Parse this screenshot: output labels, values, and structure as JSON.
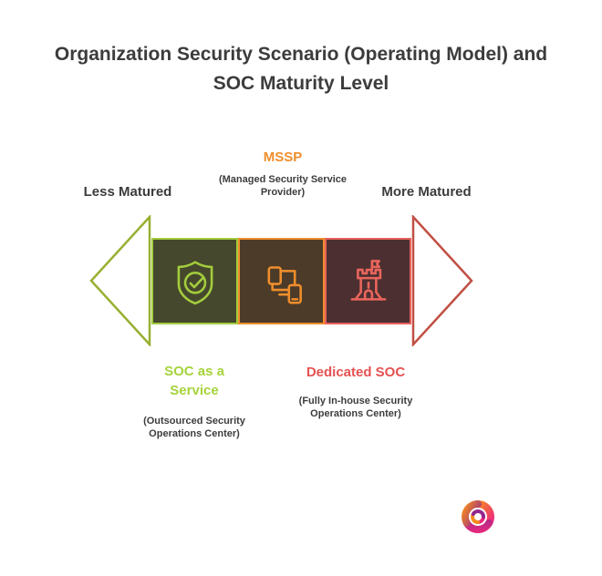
{
  "title": {
    "line1": "Organization Security Scenario (Operating Model) and",
    "line2": "SOC Maturity Level"
  },
  "maturity_axis": {
    "left_label": "Less Matured",
    "right_label": "More Matured"
  },
  "models": {
    "mssp": {
      "label": "MSSP",
      "description_line1": "(Managed Security Service",
      "description_line2": "Provider)",
      "accent_color": "#ef8e2d",
      "icon": "connected-devices-icon"
    },
    "soc_as_a_service": {
      "label_line1": "SOC as a",
      "label_line2": "Service",
      "description_line1": "(Outsourced Security",
      "description_line2": "Operations Center)",
      "accent_color": "#a6d33a",
      "icon": "shield-check-icon"
    },
    "dedicated_soc": {
      "label": "Dedicated SOC",
      "description_line1": "(Fully In-house Security",
      "description_line2": "Operations Center)",
      "accent_color": "#e65151",
      "icon": "castle-icon"
    }
  },
  "colors": {
    "title_text": "#3c3c3c",
    "body_text": "#3d3d3d",
    "green_accent": "#a3cc3d",
    "orange_accent": "#ef8e2d",
    "red_accent": "#e8625c",
    "green_square_fill": "#45482c",
    "orange_square_fill": "#4c3b28",
    "red_square_fill": "#4c3031",
    "left_arrow_stroke": "#97b031",
    "right_arrow_stroke": "#c14f43",
    "logo_orange": "#f68b1f",
    "logo_pink": "#ee2a7b",
    "logo_purple": "#93278f"
  },
  "logo": {
    "name": "brand-swirl-logo"
  }
}
